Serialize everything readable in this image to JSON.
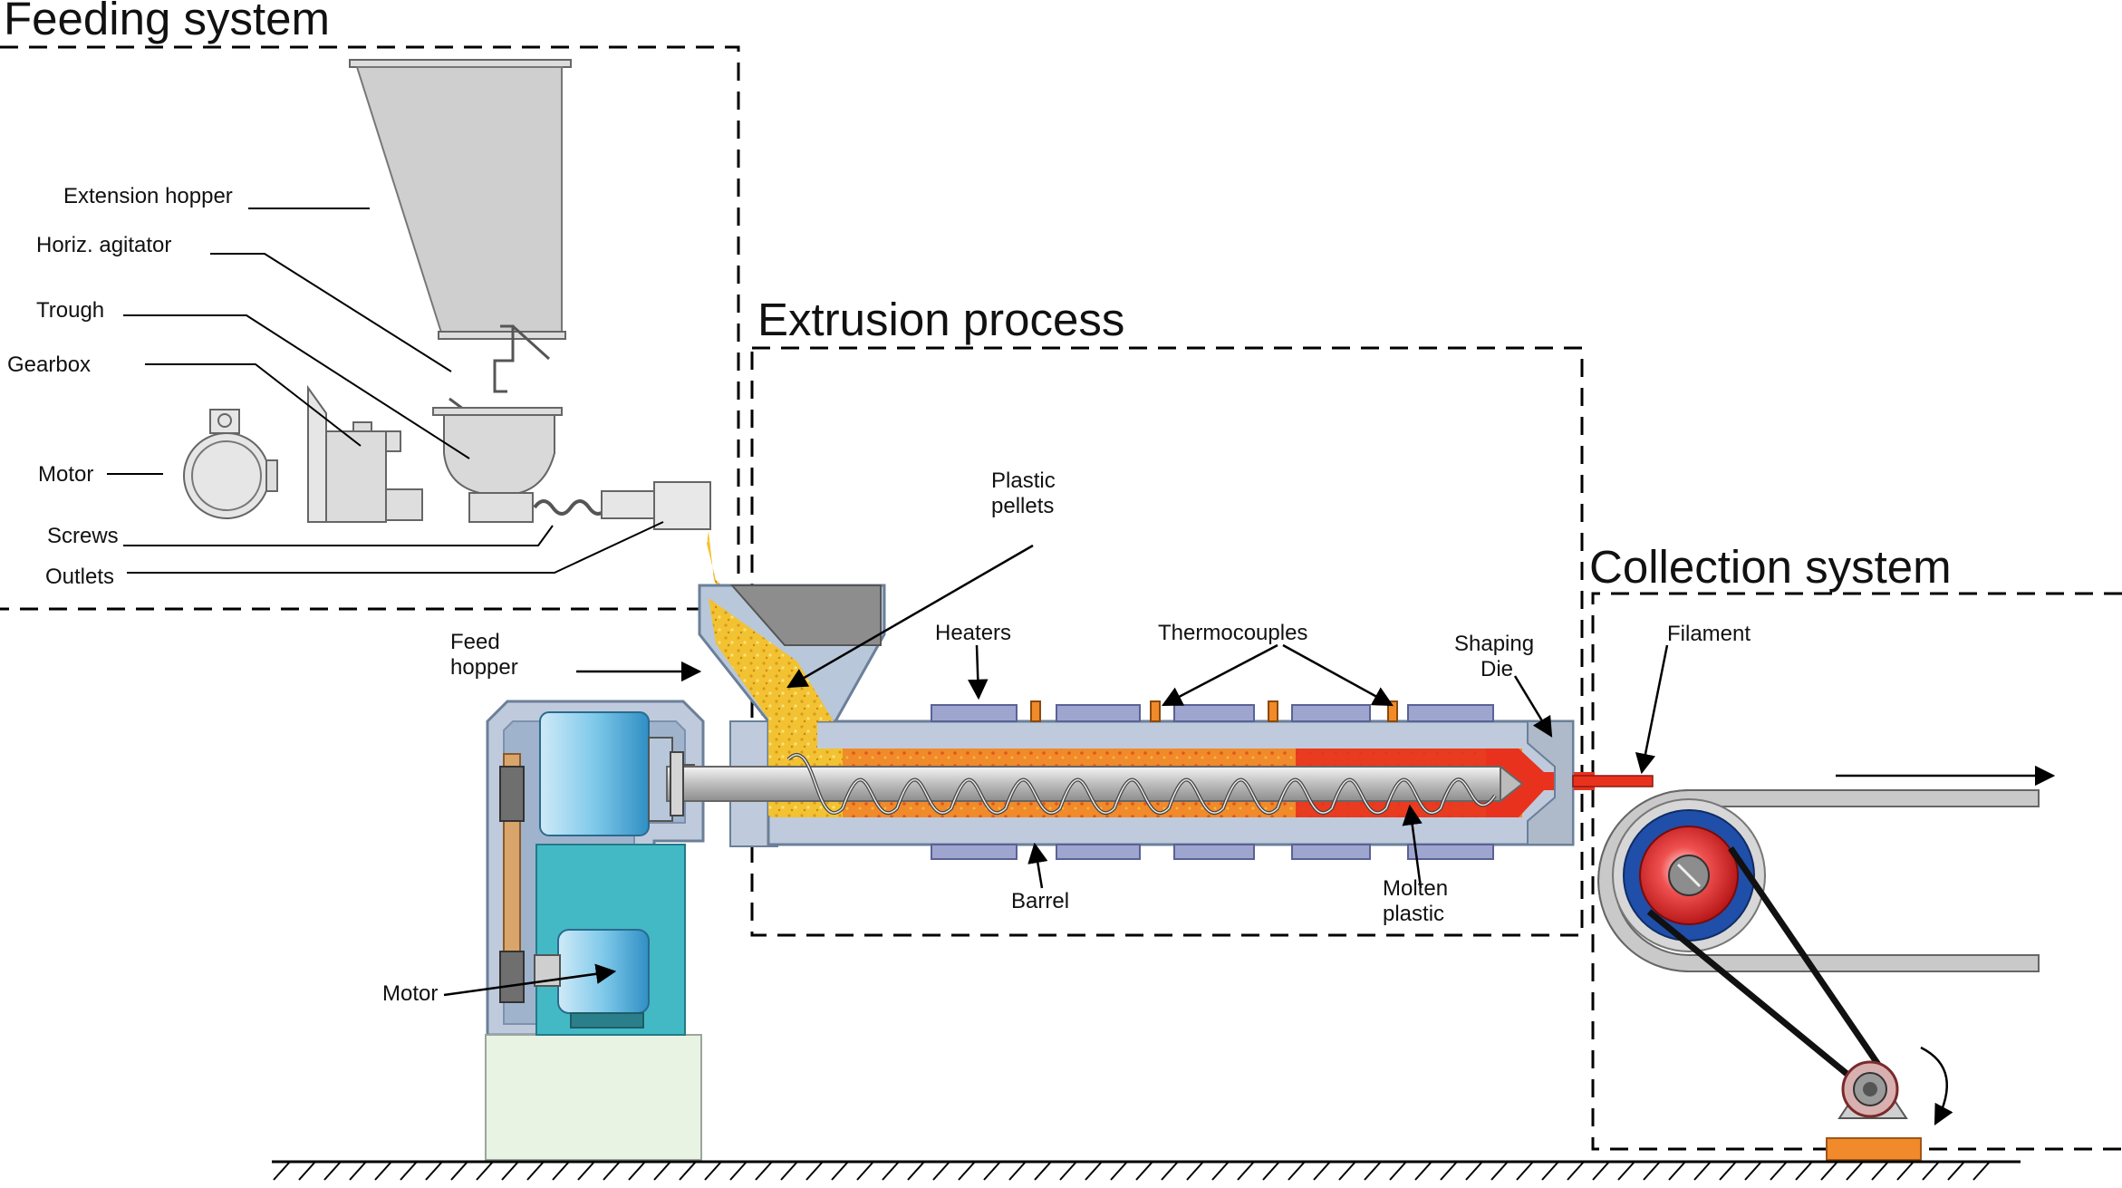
{
  "sections": {
    "feeding": "Feeding system",
    "extrusion": "Extrusion process",
    "collection": "Collection system"
  },
  "feeding_labels": {
    "extension_hopper": "Extension hopper",
    "horiz_agitator": "Horiz. agitator",
    "trough": "Trough",
    "gearbox": "Gearbox",
    "motor": "Motor",
    "screws": "Screws",
    "outlets": "Outlets"
  },
  "extruder_labels": {
    "feed_hopper_1": "Feed",
    "feed_hopper_2": "hopper",
    "plastic_pellets_1": "Plastic",
    "plastic_pellets_2": "pellets",
    "heaters": "Heaters",
    "thermocouples": "Thermocouples",
    "shaping_die_1": "Shaping",
    "shaping_die_2": "Die",
    "barrel": "Barrel",
    "molten_plastic_1": "Molten",
    "molten_plastic_2": "plastic",
    "motor": "Motor"
  },
  "collection_labels": {
    "filament": "Filament"
  },
  "colors": {
    "pellet": "#f2c232",
    "molten": "#e8321e",
    "orange_mid": "#f08a2a",
    "barrel": "#b7c6dd",
    "heater": "#9ea6cf",
    "screw": "#c9c9c9",
    "motor_blue": "#8ad1ee",
    "motor_teal": "#44b9c6",
    "frame": "#bfcbdc",
    "base": "#e9f3e3",
    "roller_blue": "#1f4fa8",
    "roller_red": "#e32227",
    "grey_hopper": "#c9c9c9"
  }
}
